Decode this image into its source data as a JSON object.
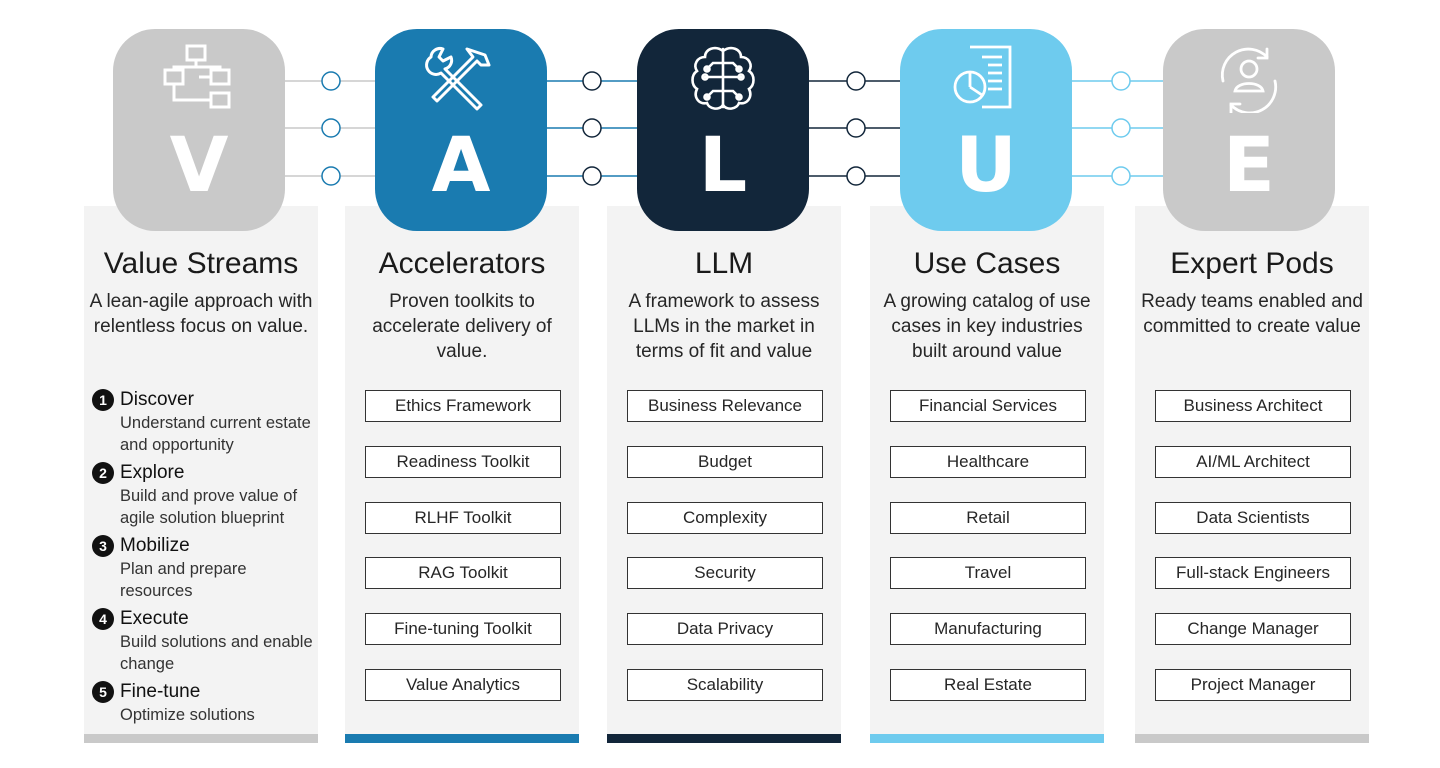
{
  "colors": {
    "value_streams": "#c9c9c9",
    "accelerators": "#1a7bb0",
    "llm": "#12263a",
    "use_cases": "#6ecbee",
    "expert_pods": "#c9c9c9",
    "panel_bg": "#f3f3f3"
  },
  "pillars": [
    {
      "letter": "V",
      "icon": "process-flowchart-icon",
      "title": "Value Streams",
      "description": "A lean-agile approach with relentless focus on value.",
      "steps": [
        {
          "number": "1",
          "title": "Discover",
          "text": "Understand current estate and opportunity"
        },
        {
          "number": "2",
          "title": "Explore",
          "text": "Build and prove value of agile solution blueprint"
        },
        {
          "number": "3",
          "title": "Mobilize",
          "text": "Plan and prepare resources"
        },
        {
          "number": "4",
          "title": "Execute",
          "text": "Build solutions and enable change"
        },
        {
          "number": "5",
          "title": "Fine-tune",
          "text": "Optimize solutions"
        }
      ]
    },
    {
      "letter": "A",
      "icon": "wrench-hammer-icon",
      "title": "Accelerators",
      "description": "Proven toolkits to accelerate delivery of value.",
      "items": [
        "Ethics Framework",
        "Readiness Toolkit",
        "RLHF Toolkit",
        "RAG Toolkit",
        "Fine-tuning Toolkit",
        "Value Analytics"
      ]
    },
    {
      "letter": "L",
      "icon": "brain-circuit-icon",
      "title": "LLM",
      "description": "A framework to assess LLMs in the market in terms of fit and value",
      "items": [
        "Business Relevance",
        "Budget",
        "Complexity",
        "Security",
        "Data Privacy",
        "Scalability"
      ]
    },
    {
      "letter": "U",
      "icon": "report-chart-icon",
      "title": "Use Cases",
      "description": "A growing catalog of use cases in key industries built around value",
      "items": [
        "Financial Services",
        "Healthcare",
        "Retail",
        "Travel",
        "Manufacturing",
        "Real Estate"
      ]
    },
    {
      "letter": "E",
      "icon": "person-cycle-icon",
      "title": "Expert Pods",
      "description": "Ready teams enabled and committed to create value",
      "items": [
        "Business Architect",
        "AI/ML Architect",
        "Data Scientists",
        "Full-stack Engineers",
        "Change Manager",
        "Project Manager"
      ]
    }
  ]
}
